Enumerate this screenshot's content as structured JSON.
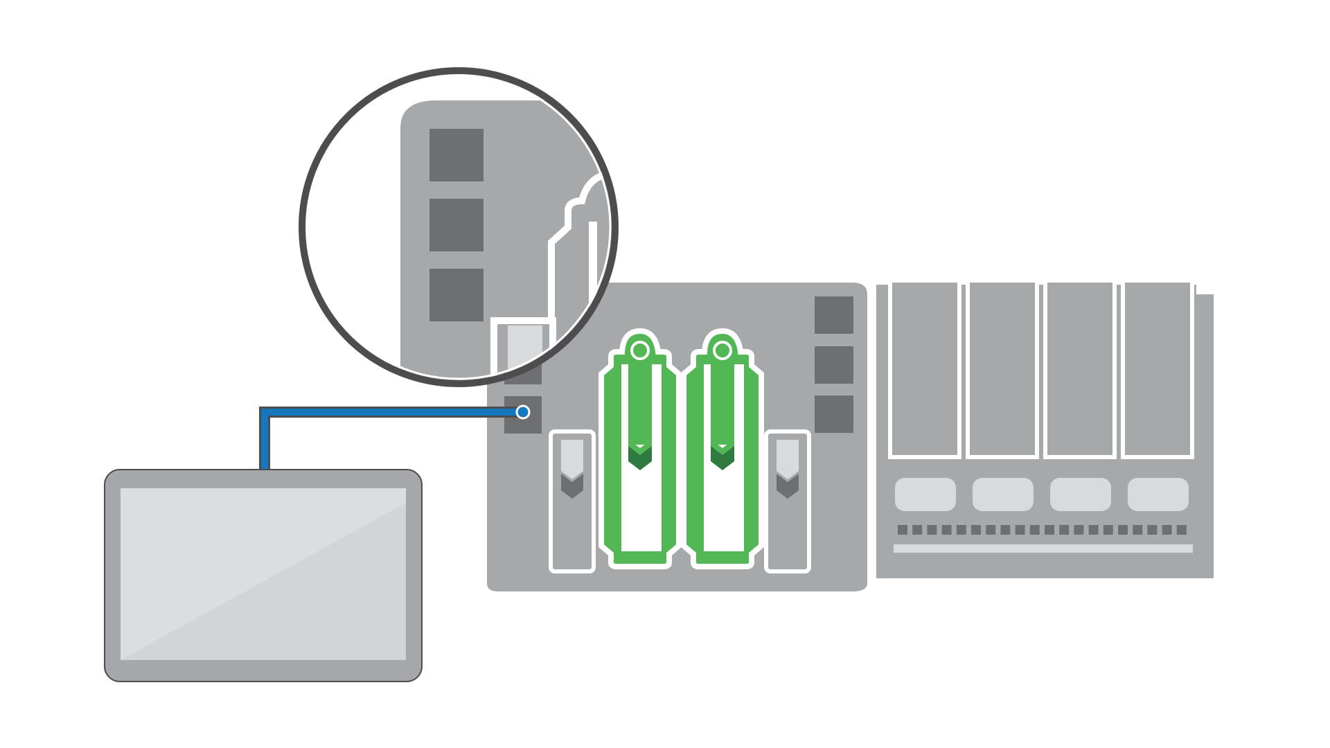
{
  "diagram": {
    "description_labels": [],
    "colors": {
      "background": "#ffffff",
      "controller_body": "#a6a9ac",
      "module_bay": "#a6a9ac",
      "port_dark": "#6e6f71",
      "slot_light": "#d9dadb",
      "module_active": "#52b754",
      "module_active_dark": "#2f7a3f",
      "cable": "#1577bd",
      "cable_outline": "#4d4d4f",
      "tablet_frame": "#a6a7aa",
      "tablet_screen": "#dcdddf",
      "tablet_screen_shade": "#d3d4d6",
      "zoom_ring": "#4d4d4f",
      "outline": "#ffffff"
    },
    "icons": {
      "tablet": "tablet-device-icon",
      "controller": "plc-controller-icon",
      "io_rack": "io-rack-icon",
      "magnifier": "zoom-magnifier-icon",
      "cable": "ethernet-cable-icon"
    },
    "modules": [
      {
        "id": "slot-1",
        "state": "inactive"
      },
      {
        "id": "slot-2",
        "state": "active"
      },
      {
        "id": "slot-3",
        "state": "active"
      },
      {
        "id": "slot-4",
        "state": "inactive"
      }
    ],
    "io_rack_bays": 4,
    "io_rack_terminals": 20
  }
}
